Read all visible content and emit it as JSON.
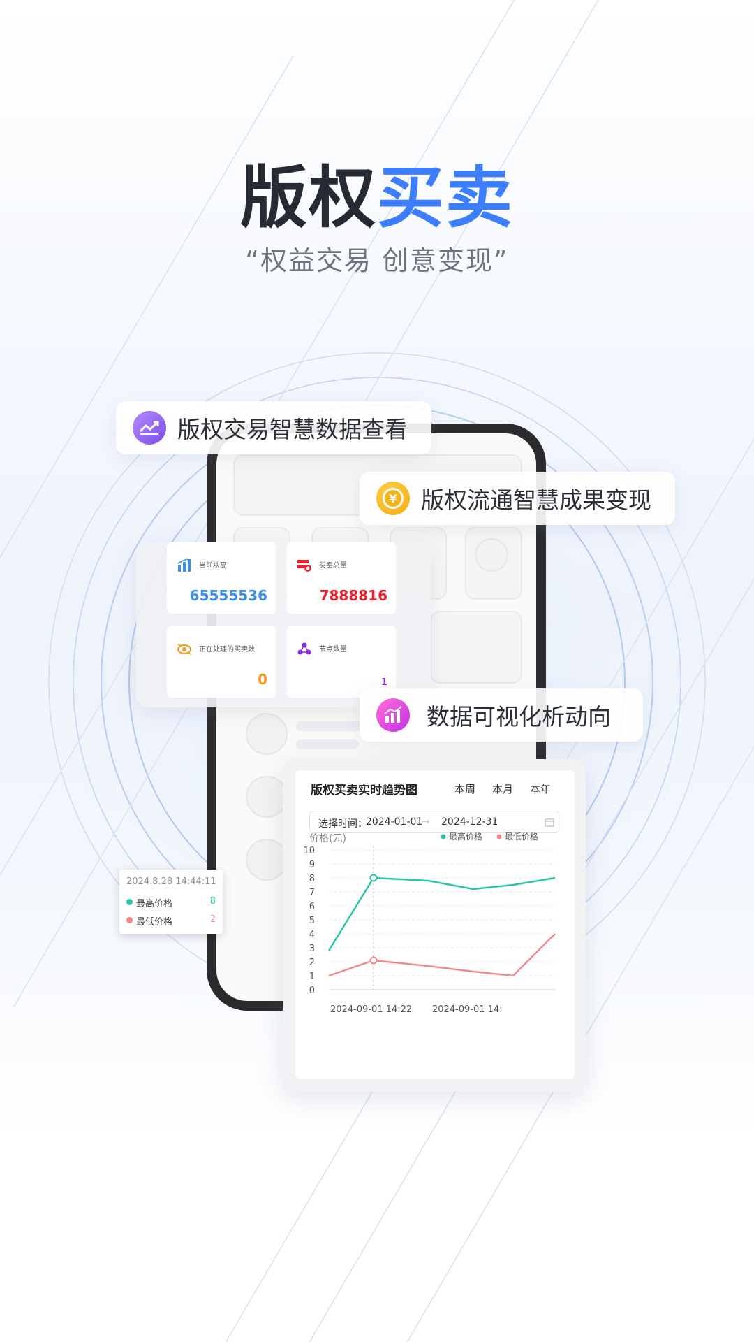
{
  "headline": {
    "part1": "版权",
    "part2": "买卖"
  },
  "subtitle": "“权益交易  创意变现”",
  "features": [
    {
      "icon": "trend-chart-icon",
      "label": "版权交易智慧数据查看"
    },
    {
      "icon": "yen-coin-icon",
      "label": "版权流通智慧成果变现"
    },
    {
      "icon": "bar-growth-icon",
      "label": "数据可视化析动向"
    }
  ],
  "stats": [
    {
      "icon": "bar-chart-icon",
      "label": "当前块高",
      "value": "65555536",
      "color": "#3a8ee6"
    },
    {
      "icon": "trade-box-icon",
      "label": "买卖总量",
      "value": "7888816",
      "color": "#e8212c"
    },
    {
      "icon": "processing-eye-icon",
      "label": "正在处理的买卖数",
      "value": "0",
      "color": "#f29a1f"
    },
    {
      "icon": "node-cluster-icon",
      "label": "节点数量",
      "value": "1",
      "color": "#8a2be2"
    }
  ],
  "chart_panel": {
    "title": "版权买卖实时趋势图",
    "tabs": [
      "本周",
      "本月",
      "本年"
    ],
    "date_label": "选择时间：",
    "start_date": "2024-01-01",
    "end_date": "2024-12-31",
    "tooltip": {
      "time": "2024.8.28    14:44:11",
      "max_label": "最高价格",
      "max_value": "8",
      "min_label": "最低价格",
      "min_value": "2"
    }
  },
  "chart_data": {
    "type": "line",
    "ylabel": "价格(元)",
    "ylim": [
      0,
      10
    ],
    "yticks": [
      0,
      1,
      2,
      3,
      4,
      5,
      6,
      7,
      8,
      9,
      10
    ],
    "xtick_labels": [
      "2024-09-01 14:22",
      "2024-09-01 14:"
    ],
    "grid": true,
    "legend_position": "top-right",
    "series": [
      {
        "name": "最高价格",
        "color": "#2ec4a6",
        "values": [
          2.8,
          8,
          7.8,
          7.2,
          7.5,
          8
        ]
      },
      {
        "name": "最低价格",
        "color": "#f08a8d",
        "values": [
          1,
          2.1,
          1.7,
          1.3,
          1,
          4
        ]
      }
    ]
  },
  "colors": {
    "brand_blue": "#3d7eff",
    "max_line": "#2ec4a6",
    "min_line": "#f08a8d"
  }
}
